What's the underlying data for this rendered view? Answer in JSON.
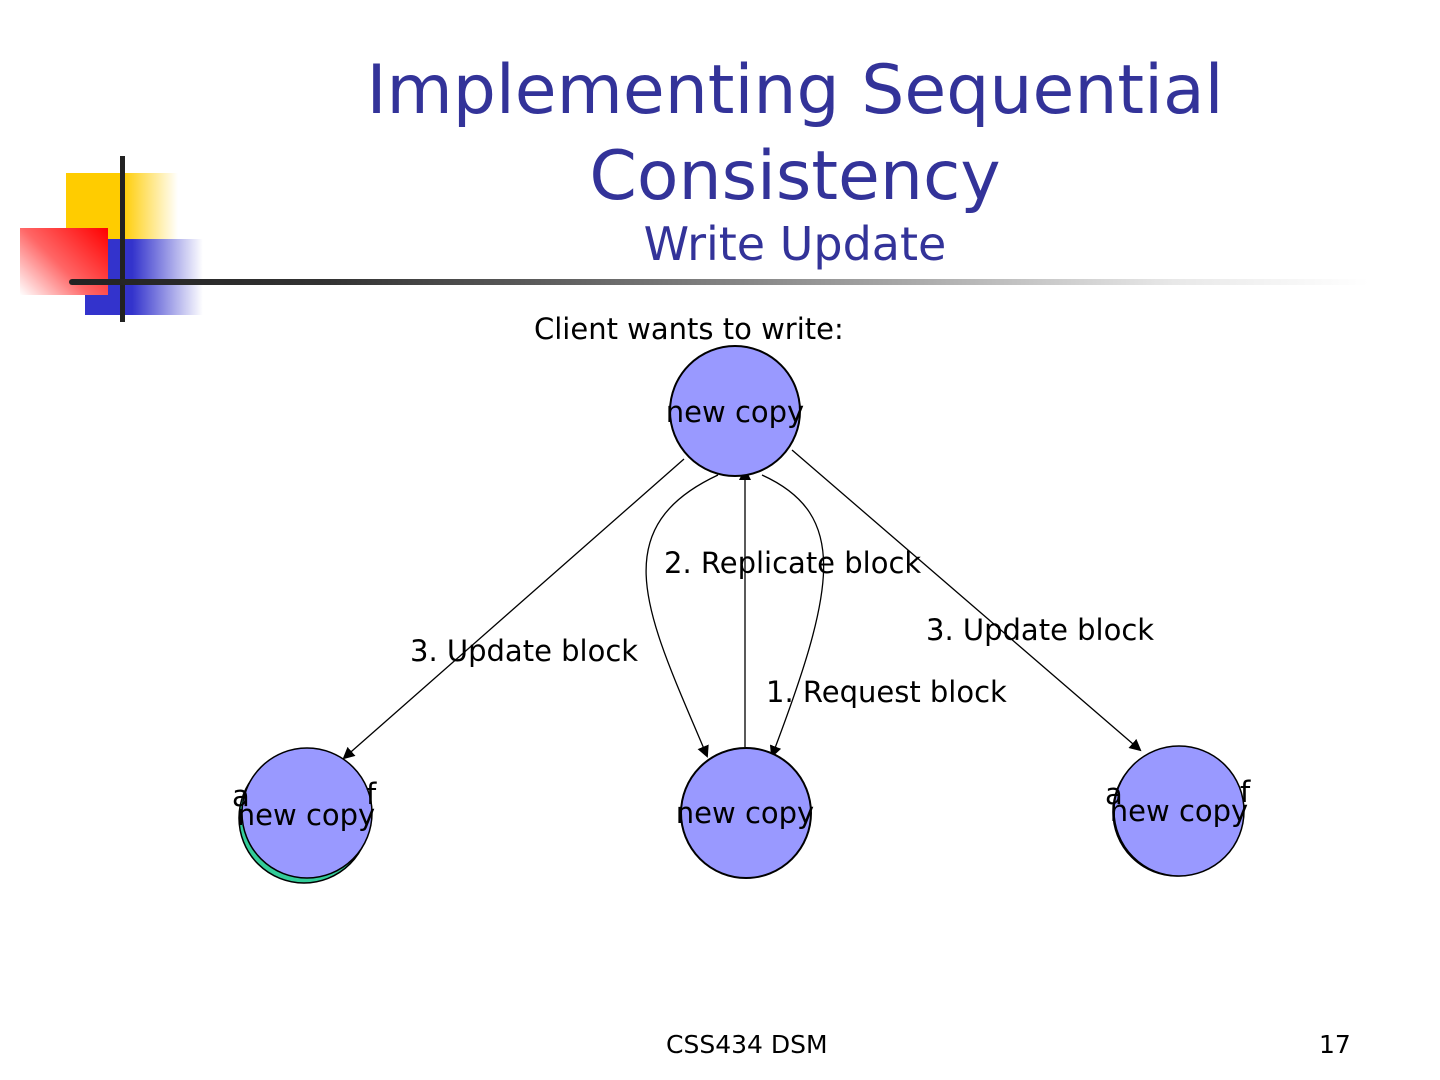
{
  "slide": {
    "title": "Implementing Sequential Consistency",
    "title_line1": "Implementing Sequential",
    "title_line2": "Consistency",
    "subtitle": "Write Update",
    "title_color": "#333399"
  },
  "diagram": {
    "caption": "Client wants to write:",
    "node_fill": "#9999ff",
    "nodes": [
      {
        "id": "writer",
        "label": "new copy"
      },
      {
        "id": "left",
        "label": "new copy",
        "hidden_label_fragments": [
          "a",
          "f"
        ]
      },
      {
        "id": "middle",
        "label": "new copy"
      },
      {
        "id": "right",
        "label": "new copy",
        "hidden_label_fragments": [
          "a",
          "f"
        ]
      }
    ],
    "edges": [
      {
        "from": "middle",
        "to": "writer",
        "label": "1. Request block"
      },
      {
        "from": "writer",
        "to": "middle",
        "label": "2. Replicate block"
      },
      {
        "from": "writer",
        "to": "left",
        "label": "3. Update block"
      },
      {
        "from": "writer",
        "to": "right",
        "label": "3. Update block"
      }
    ]
  },
  "footer": {
    "course": "CSS434 DSM",
    "page_number": "17"
  }
}
